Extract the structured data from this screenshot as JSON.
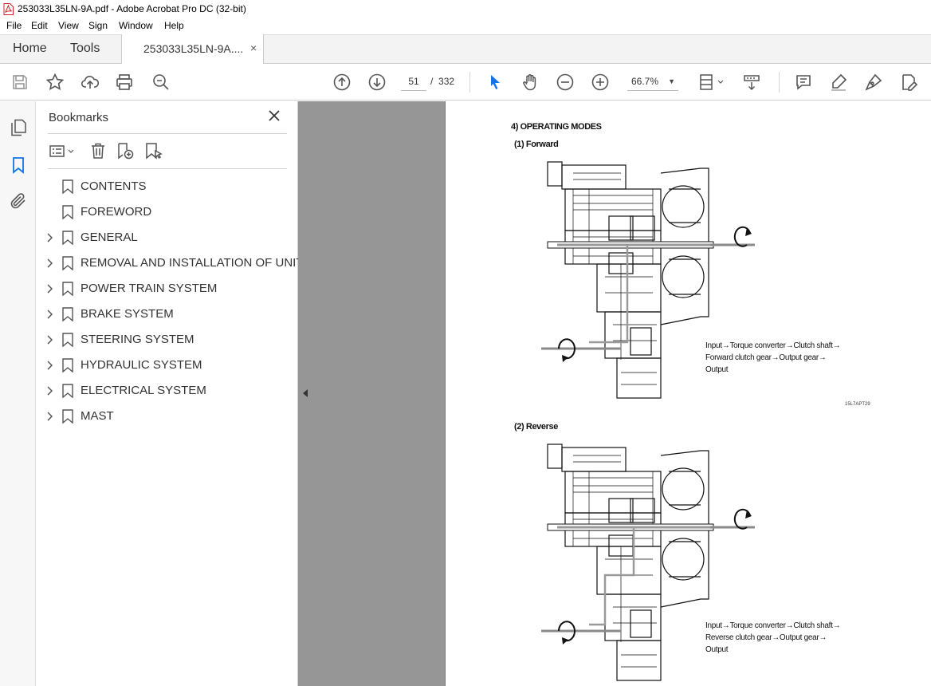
{
  "window": {
    "title": "253033L35LN-9A.pdf - Adobe Acrobat Pro DC (32-bit)"
  },
  "menu": [
    "File",
    "Edit",
    "View",
    "Sign",
    "Window",
    "Help"
  ],
  "tabs": {
    "home": "Home",
    "tools": "Tools",
    "document": "253033L35LN-9A....",
    "close": "×"
  },
  "toolbar": {
    "page_current": "51",
    "page_sep": "/",
    "page_total": "332",
    "zoom": "66.7%"
  },
  "bookmarks": {
    "title": "Bookmarks",
    "items": [
      {
        "label": "CONTENTS",
        "expandable": false
      },
      {
        "label": "FOREWORD",
        "expandable": false
      },
      {
        "label": "GENERAL",
        "expandable": true
      },
      {
        "label": "REMOVAL AND INSTALLATION OF UNIT",
        "expandable": true
      },
      {
        "label": "POWER TRAIN SYSTEM",
        "expandable": true
      },
      {
        "label": "BRAKE SYSTEM",
        "expandable": true
      },
      {
        "label": "STEERING SYSTEM",
        "expandable": true
      },
      {
        "label": "HYDRAULIC SYSTEM",
        "expandable": true
      },
      {
        "label": "ELECTRICAL SYSTEM",
        "expandable": true
      },
      {
        "label": "MAST",
        "expandable": true
      }
    ]
  },
  "page": {
    "heading": "4) OPERATING MODES",
    "forward": {
      "title": "(1) Forward",
      "line1": "Input→Torque converter→Clutch shaft→",
      "line2": "Forward clutch gear→Output gear→",
      "line3": "Output",
      "code": "15L7APT29"
    },
    "reverse": {
      "title": "(2) Reverse",
      "line1": "Input→Torque converter→Clutch shaft→",
      "line2": "Reverse clutch gear→Output gear→",
      "line3": "Output"
    }
  },
  "colors": {
    "accent_blue": "#1473e6",
    "pdf_red": "#d22027",
    "doc_bg": "#969696"
  }
}
